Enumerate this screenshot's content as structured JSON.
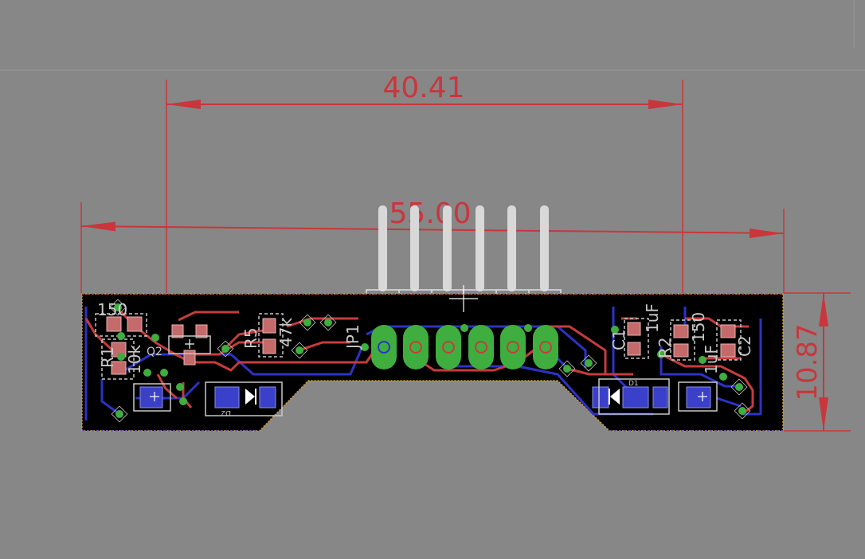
{
  "dimensions": {
    "inner_width": "40.41",
    "outer_width": "55.00",
    "height": "10.87"
  },
  "parts": {
    "r1_value": "150",
    "r1_name": "R1",
    "r3_value": "10k",
    "q2_name": "Q2",
    "r5_name": "R5",
    "r5_value": "47k",
    "jp1_name": "JP1",
    "c1_name": "C1",
    "c1_value": "1uF",
    "r2_name": "R2",
    "r2_value": "150",
    "c2_name": "C2",
    "c2_value": "1uF",
    "d1_name": "D1",
    "d2_name": "D2"
  },
  "colors": {
    "background": "#878787",
    "board": "#000000",
    "dimension": "#c9363c",
    "top_copper": "#c63c3c",
    "bottom_copper": "#2c33c4",
    "pad_green": "#3fae3f",
    "silk": "#c8c8c8",
    "outline": "#d79a3b"
  }
}
